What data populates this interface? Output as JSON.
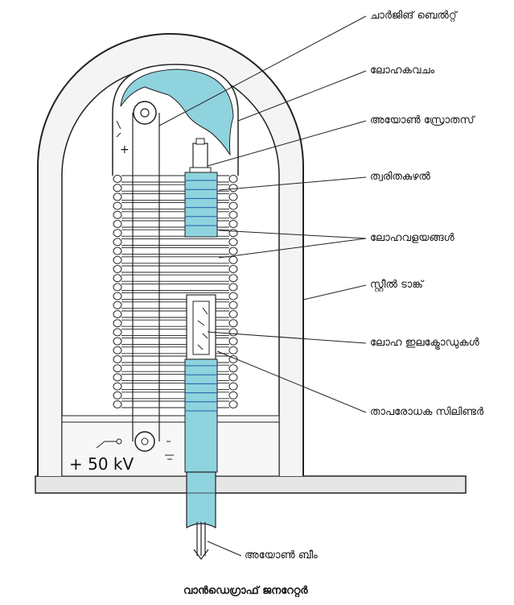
{
  "labels": {
    "charging_belt": "ചാർജിങ് ബെൽറ്റ്",
    "metal_shell": "ലോഹകവചം",
    "ion_source": "അയോൺ സ്രോതസ്",
    "accelerating_tube": "ത്വരിതകുഴൽ",
    "metal_rings": "ലോഹവളയങ്ങൾ",
    "steel_tank": "സ്റ്റീൽ ടാങ്ക്",
    "metal_electrodes": "ലോഹ ഇലക്ട്രോഡുകൾ",
    "insulating_cylinder": "താപരോധക സിലിണ്ടർ",
    "ion_beam": "അയോൺ ബീം"
  },
  "voltage": "+ 50 kV",
  "plus_sign": "+",
  "caption": "വാൻഡെഗ്രാഫ് ജനറേറ്റർ",
  "colors": {
    "fluid": "#8fd3de",
    "fill_light": "#cfeff4",
    "line": "#222222",
    "frame": "#e6e6e6"
  }
}
